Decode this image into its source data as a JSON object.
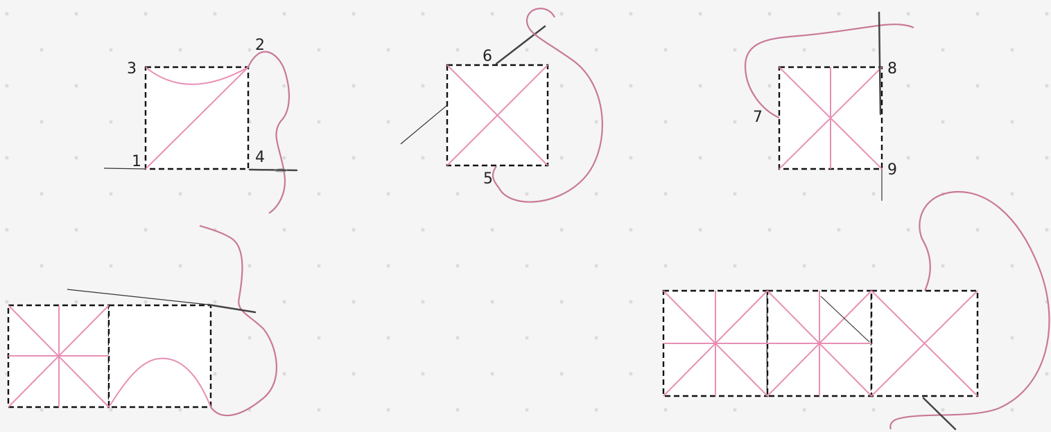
{
  "diagram": {
    "step_labels": [
      "1",
      "2",
      "3",
      "4",
      "5",
      "6",
      "7",
      "8",
      "9"
    ],
    "colors": {
      "background": "#f5f5f5",
      "square_fill": "#ffffff",
      "dashed_outline": "#111111",
      "stitch_pink": "#e88fb4",
      "thread_pink": "#c97898",
      "needle_gray": "#444444"
    }
  }
}
